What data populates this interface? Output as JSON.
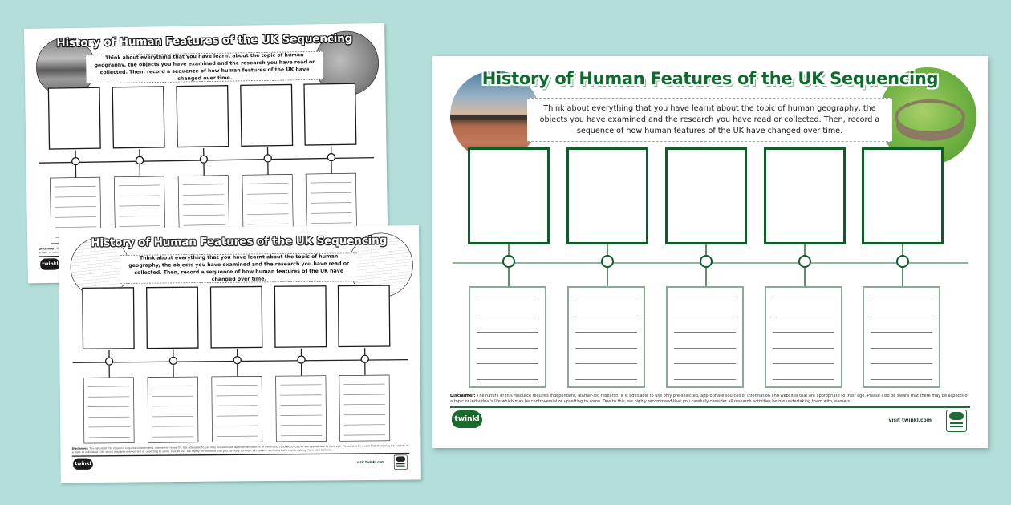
{
  "worksheet": {
    "title": "History of Human Features of the UK Sequencing",
    "instructions": "Think about everything that you have learnt about the topic of human geography, the objects you have examined and the research you have read or collected. Then, record a sequence of how human features of the UK have changed over time.",
    "disclaimer_label": "Disclaimer:",
    "disclaimer_text": "The nature of this resource requires independent, learner-led research. It is advisable to use only pre-selected, appropriate sources of information and websites that are appropriate to their age. Please also be aware that there may be aspects of a topic or individual's life which may be controversial or upsetting to some. Due to this, we highly recommend that you carefully consider all research activities before undertaking them with learners.",
    "logo_text": "twinkl",
    "visit_text": "visit twinkl.com",
    "badge_icon": "quality-standard-approved-badge",
    "left_image": "london-bridge-sunset-photo",
    "right_image": "iron-age-hillfort-photo",
    "sequence_slots": 5,
    "lines_per_slot": 6
  },
  "versions": [
    {
      "name": "black-and-white-photo-version",
      "style": "mono"
    },
    {
      "name": "line-art-version",
      "style": "outline"
    },
    {
      "name": "colour-version",
      "style": "color"
    }
  ],
  "colors": {
    "background": "#b3ded9",
    "accent_green": "#0e6b2e",
    "box_border": "#0d5c2a",
    "light_border": "#86ad90"
  }
}
